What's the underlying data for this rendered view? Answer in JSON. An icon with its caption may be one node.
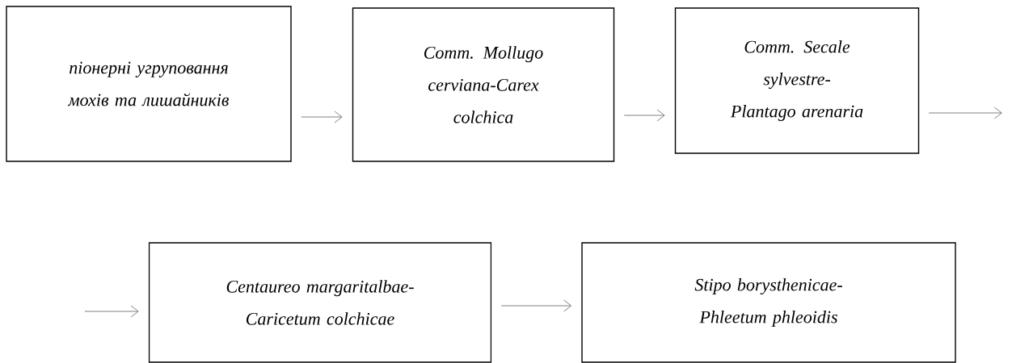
{
  "diagram": {
    "nodes": [
      {
        "text": [
          "піонерні угруповання мохів та лишайників"
        ]
      },
      {
        "text": [
          "Comm. Mollugo cerviana-Carex colchica"
        ]
      },
      {
        "text": [
          "Comm. Secale sylvestre-Plantago arenaria"
        ]
      },
      {
        "text": [
          "Centaureo margaritalbae-Caricetum colchicae"
        ]
      },
      {
        "text": [
          "Stipo borysthenicae-Phleetum phleoidis"
        ]
      }
    ],
    "edges": [
      {
        "from": 0,
        "to": 1,
        "arrow": "to"
      },
      {
        "from": 1,
        "to": 2,
        "arrow": "to"
      },
      {
        "from": 2,
        "to": null,
        "arrow": "to"
      },
      {
        "from": null,
        "to": 3,
        "arrow": "to"
      },
      {
        "from": 3,
        "to": 4,
        "arrow": "to"
      }
    ]
  }
}
